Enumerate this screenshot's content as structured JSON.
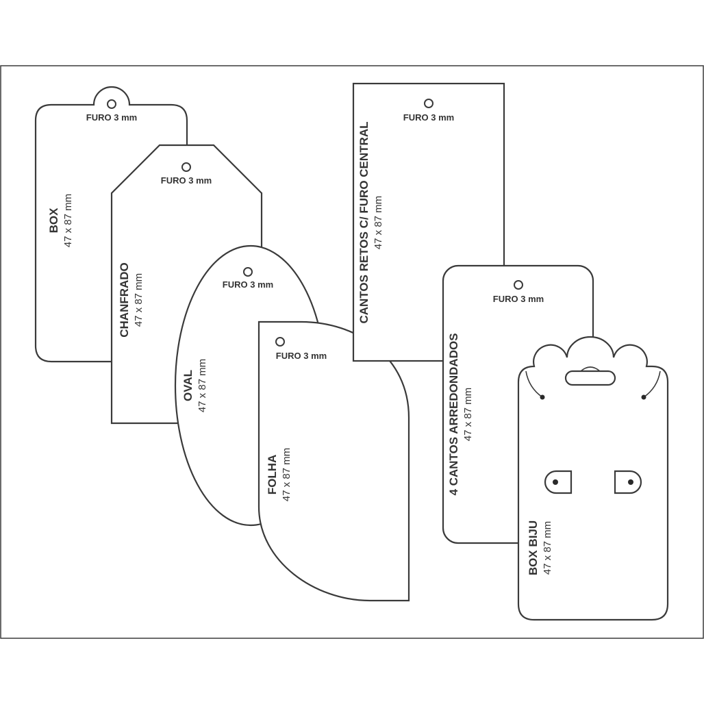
{
  "hole_label": "FURO 3 mm",
  "tags": {
    "box": {
      "name": "BOX",
      "size": "47 x 87 mm"
    },
    "chanfrado": {
      "name": "CHANFRADO",
      "size": "47 x 87 mm"
    },
    "oval": {
      "name": "OVAL",
      "size": "47 x 87 mm"
    },
    "folha": {
      "name": "FOLHA",
      "size": "47 x 87 mm"
    },
    "cantos_retos": {
      "name": "CANTOS RETOS C/ FURO CENTRAL",
      "size": "47 x 87 mm"
    },
    "cantos_arred": {
      "name": "4 CANTOS ARREDONDADOS",
      "size": "47 x 87 mm"
    },
    "box_biju": {
      "name": "BOX BIJU",
      "size": "47 x 87 mm"
    }
  }
}
